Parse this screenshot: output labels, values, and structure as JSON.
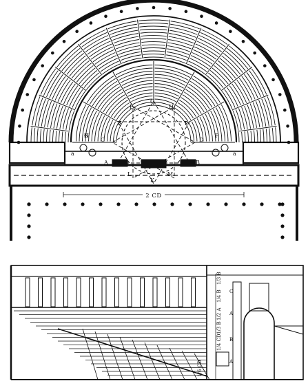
{
  "plan": {
    "point_labels": {
      "A": "A",
      "B": "B",
      "C": "C",
      "D": "D",
      "E": "E",
      "F": "F",
      "G": "G",
      "H": "H",
      "I": "I",
      "K": "K",
      "L": "L",
      "M": "M",
      "N": "N",
      "O": "O",
      "P": "P"
    },
    "side_label_left": "a",
    "side_label_right": "a",
    "dimension_label": "2 CD"
  },
  "section": {
    "vertical_labels": [
      "1/3 B",
      "1/4 B",
      "1/2 A",
      "1/3 B",
      "1/4 CD",
      "1/6 CD"
    ],
    "letter_labels": [
      "C",
      "A",
      "B",
      "A"
    ]
  },
  "colors": {
    "ink": "#111111",
    "paper": "#ffffff"
  }
}
